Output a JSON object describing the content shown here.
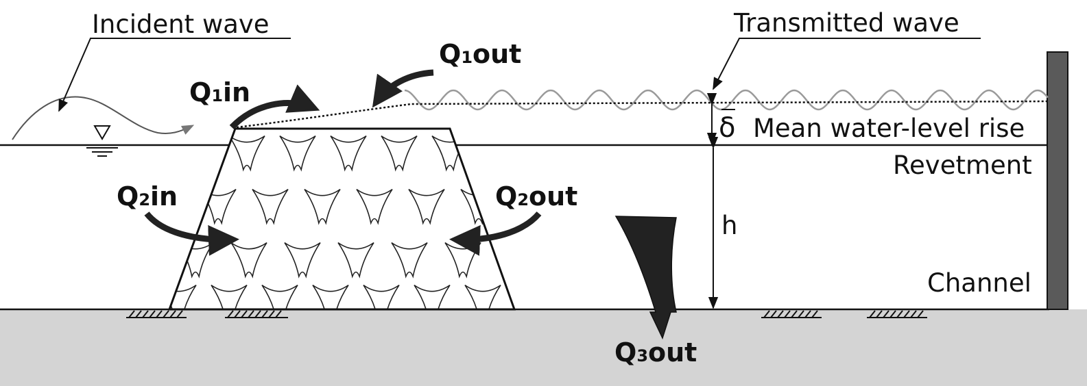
{
  "labels": {
    "incident_wave": "Incident wave",
    "transmitted_wave": "Transmitted wave",
    "mean_rise": "Mean water-level rise",
    "delta_symbol": "δ",
    "revetment": "Revetment",
    "channel": "Channel",
    "depth": "h"
  },
  "flows": {
    "q1in": {
      "sym": "Q",
      "sub": "1",
      "suffix": "in"
    },
    "q1out": {
      "sym": "Q",
      "sub": "1",
      "suffix": "out"
    },
    "q2in": {
      "sym": "Q",
      "sub": "2",
      "suffix": "in"
    },
    "q2out": {
      "sym": "Q",
      "sub": "2",
      "suffix": "out"
    },
    "q3out": {
      "sym": "Q",
      "sub": "3",
      "suffix": "out"
    }
  },
  "colors": {
    "seabed": "#d4d4d4",
    "wall": "#5a5a5a",
    "transmitted_wave": "#9a9a9a",
    "ink": "#111111"
  },
  "icons": {
    "water_level": "still-water-level-triangle-icon",
    "soil": "soil-hatch-icon"
  }
}
